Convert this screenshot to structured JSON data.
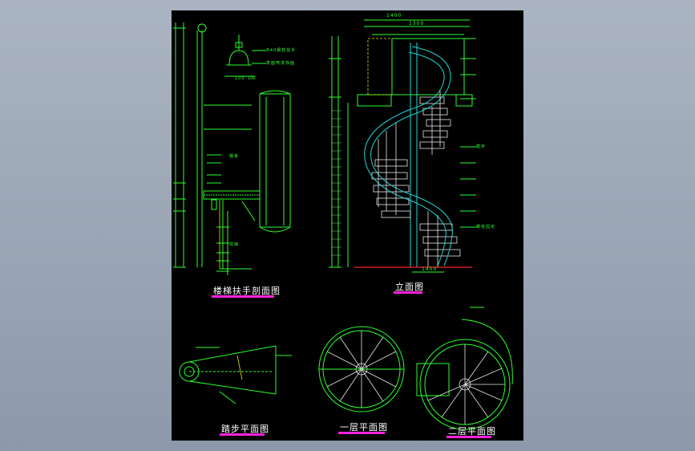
{
  "titles": {
    "handrail_section": "楼梯扶手剖面图",
    "elevation": "立面图",
    "tread_plan": "踏步平面图",
    "first_floor_plan": "一层平面图",
    "second_floor_plan": "二层平面图"
  },
  "dimensions": {
    "top_width": "1400",
    "top_inner": "1300",
    "base_width": "1400",
    "post_width": "100"
  },
  "annotations": {
    "pipe_note": "Φ40钢管扶手",
    "paint_note": "表面喷漆饰面",
    "steel_plate": "钢板",
    "tread_note": "踏步",
    "anchor_note": "螺栓固定",
    "weld_note": "焊接"
  },
  "colors": {
    "background": "#000000",
    "lines": "#2bff2b",
    "accent": "#1fd7d7",
    "underline": "#ff22dd",
    "floor_line": "#ff2222"
  }
}
